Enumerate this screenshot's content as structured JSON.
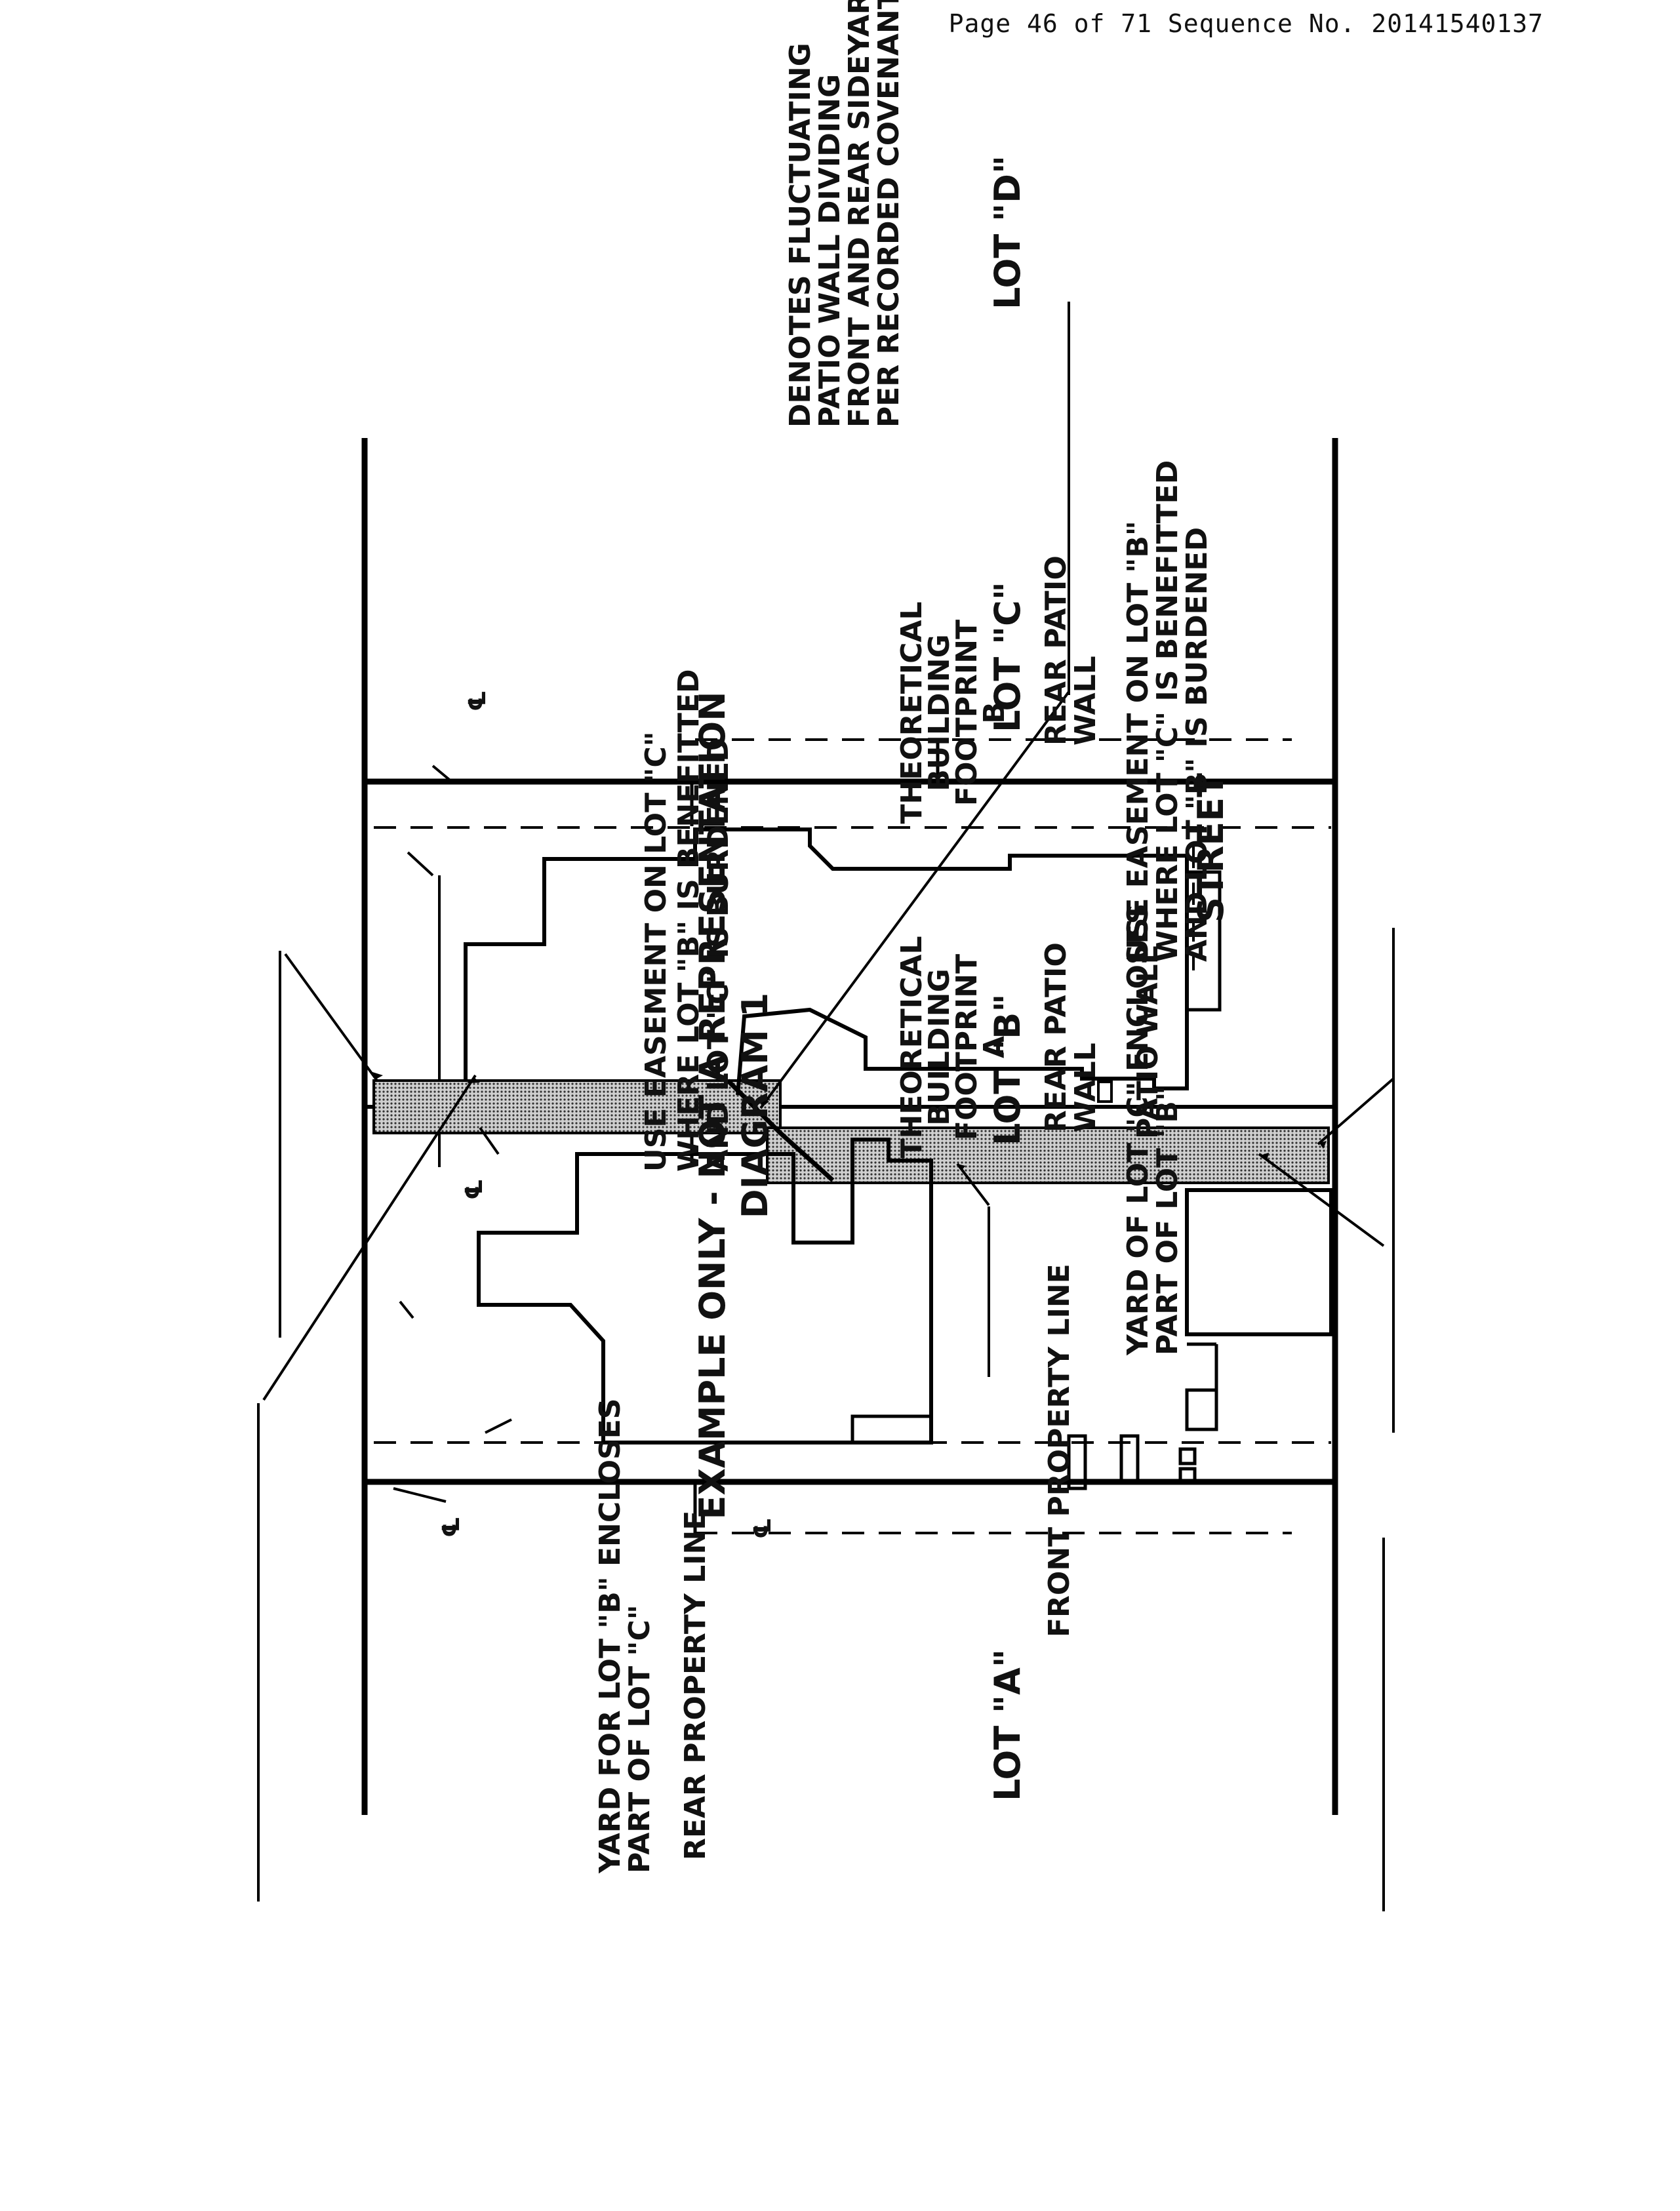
{
  "header": {
    "text": "Page 46 of 71 Sequence No. 20141540137"
  },
  "diagram": {
    "subtitle": "EXAMPLE ONLY - NOT A REPRESENTATION",
    "title": "DIAGRAM 1",
    "lots": {
      "a": "LOT \"A\"",
      "b": "LOT \"B\"",
      "c": "LOT \"C\"",
      "d": "LOT \"D\""
    },
    "footprint_a": [
      "THEORETICAL",
      "BUILDING",
      "FOOTPRINT",
      "A"
    ],
    "footprint_b": [
      "THEORETICAL",
      "BUILDING",
      "FOOTPRINT",
      "B"
    ],
    "rear_patio_wall": [
      "REAR PATIO",
      "WALL"
    ],
    "patio_wall": "PATIO WALL",
    "centerline": "℄",
    "rear_property_line": "REAR PROPERTY LINE",
    "front_property_line": "FRONT PROPERTY LINE",
    "street": "STREET",
    "yard_b": [
      "YARD FOR LOT \"B\" ENCLOSES",
      "PART OF LOT \"C\""
    ],
    "yard_c": [
      "YARD OF LOT \"C\" ENCLOSES",
      "PART OF LOT \"B\""
    ],
    "easement_c": [
      "USE EASEMENT ON LOT \"C\"",
      "WHERE LOT \"B\" IS BENEFITTED",
      "AND LOT \"C\" IS BURDENED"
    ],
    "easement_b": [
      "USE EASEMENT ON LOT \"B\"",
      "WHERE LOT \"C\" IS BENEFITTED",
      "AND LOT \"B\" IS BURDENED"
    ],
    "fluctuating": [
      "DENOTES FLUCTUATING",
      "PATIO WALL DIVIDING",
      "FRONT AND REAR SIDEYARD",
      "PER RECORDED COVENANT"
    ]
  }
}
